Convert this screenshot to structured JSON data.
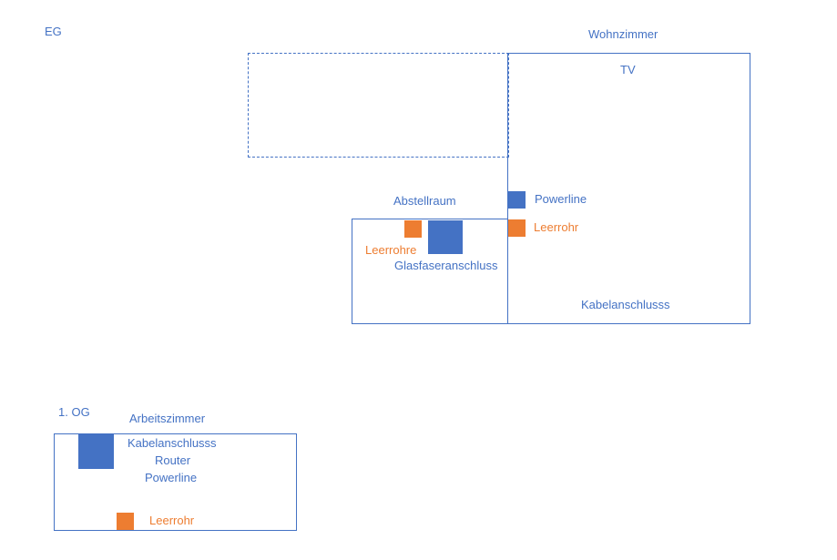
{
  "colors": {
    "line": "#4472c4",
    "blue_marker": "#4472c4",
    "orange_marker": "#ed7d31"
  },
  "floors": {
    "eg": {
      "label": "EG",
      "rooms": {
        "wohnzimmer": {
          "title": "Wohnzimmer",
          "tv": "TV",
          "powerline": "Powerline",
          "leerrohr": "Leerrohr",
          "kabelanschluss": "Kabelanschlusss"
        },
        "abstellraum": {
          "title": "Abstellraum",
          "leerrohre": "Leerrohre",
          "glasfaser": "Glasfaseranschluss"
        }
      }
    },
    "og": {
      "label": "1. OG",
      "rooms": {
        "arbeitszimmer": {
          "title": "Arbeitszimmer",
          "kabelanschluss": "Kabelanschlusss",
          "router": "Router",
          "powerline": "Powerline",
          "leerrohr": "Leerrohr"
        }
      }
    }
  }
}
